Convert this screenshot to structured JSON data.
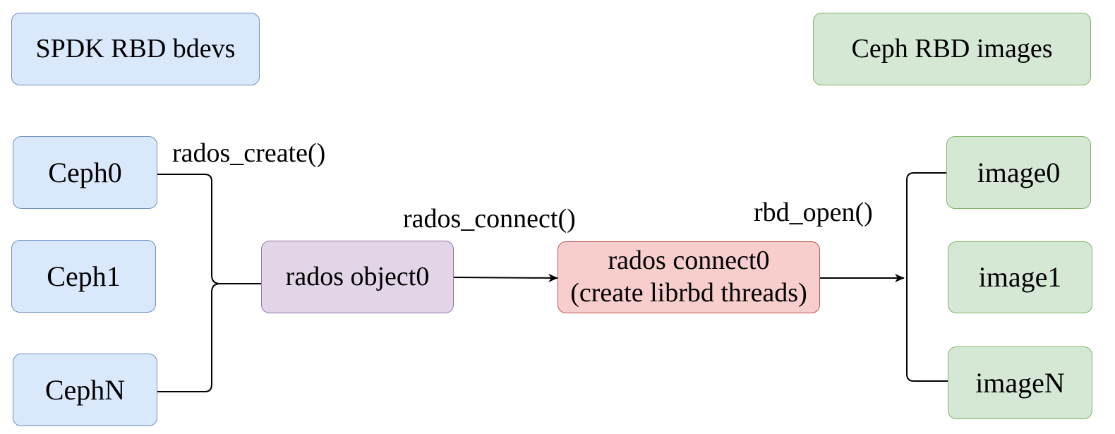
{
  "titles": {
    "left": "SPDK RBD bdevs",
    "right": "Ceph RBD images"
  },
  "bdevs": [
    "Ceph0",
    "Ceph1",
    "CephN"
  ],
  "images": [
    "image0",
    "image1",
    "imageN"
  ],
  "rados_object": "rados object0",
  "rados_connect": {
    "line1": "rados connect0",
    "line2": "(create librbd threads)"
  },
  "edge_labels": {
    "create": "rados_create()",
    "connect": "rados_connect()",
    "open": "rbd_open()"
  }
}
